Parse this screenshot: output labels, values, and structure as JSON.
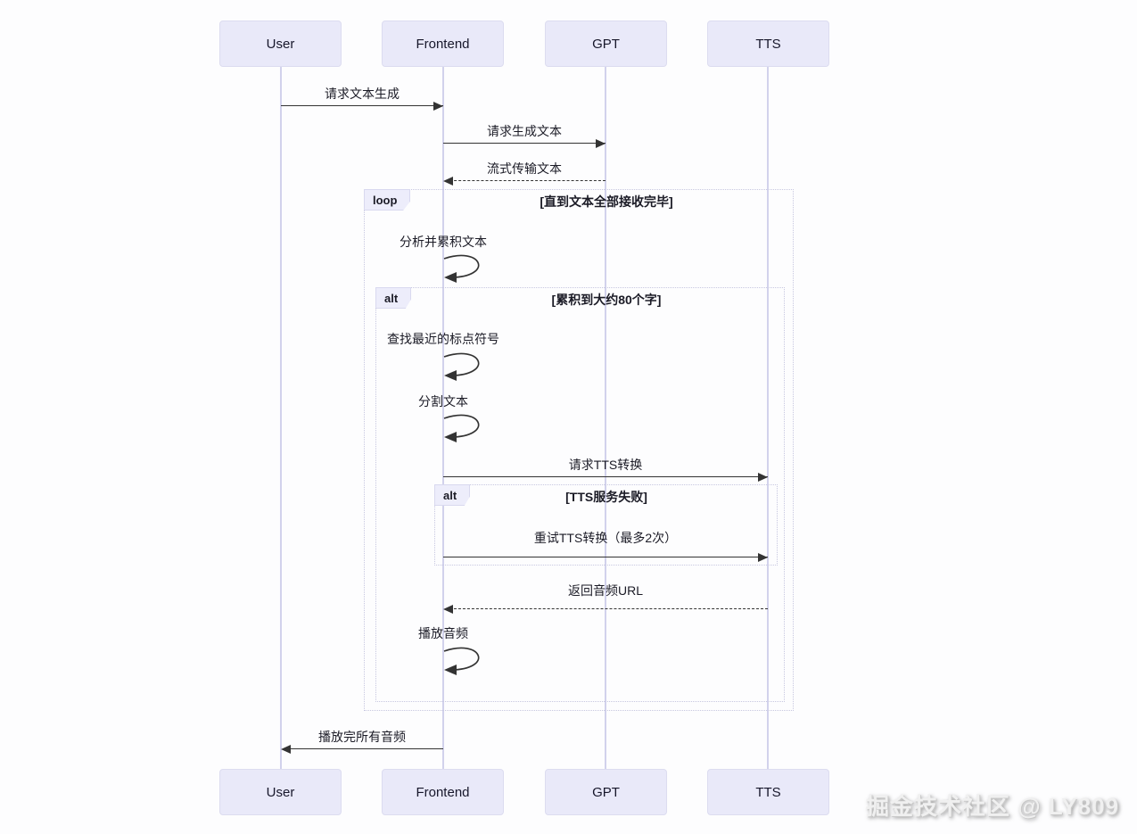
{
  "diagram": {
    "type": "sequence",
    "actors": [
      {
        "name": "User"
      },
      {
        "name": "Frontend"
      },
      {
        "name": "GPT"
      },
      {
        "name": "TTS"
      }
    ],
    "messages": [
      {
        "from": "User",
        "to": "Frontend",
        "style": "solid",
        "label": "请求文本生成"
      },
      {
        "from": "Frontend",
        "to": "GPT",
        "style": "solid",
        "label": "请求生成文本"
      },
      {
        "from": "GPT",
        "to": "Frontend",
        "style": "dashed",
        "label": "流式传输文本"
      },
      {
        "from": "Frontend",
        "to": "Frontend",
        "style": "self",
        "label": "分析并累积文本"
      },
      {
        "from": "Frontend",
        "to": "Frontend",
        "style": "self",
        "label": "查找最近的标点符号"
      },
      {
        "from": "Frontend",
        "to": "Frontend",
        "style": "self",
        "label": "分割文本"
      },
      {
        "from": "Frontend",
        "to": "TTS",
        "style": "solid",
        "label": "请求TTS转换"
      },
      {
        "from": "Frontend",
        "to": "TTS",
        "style": "solid",
        "label": "重试TTS转换（最多2次）"
      },
      {
        "from": "TTS",
        "to": "Frontend",
        "style": "dashed",
        "label": "返回音频URL"
      },
      {
        "from": "Frontend",
        "to": "Frontend",
        "style": "self",
        "label": "播放音频"
      },
      {
        "from": "Frontend",
        "to": "User",
        "style": "solid",
        "label": "播放完所有音频"
      }
    ],
    "fragments": [
      {
        "keyword": "loop",
        "condition": "[直到文本全部接收完毕]"
      },
      {
        "keyword": "alt",
        "condition": "[累积到大约80个字]"
      },
      {
        "keyword": "alt",
        "condition": "[TTS服务失败]"
      }
    ],
    "colors": {
      "actor_fill": "#e9e9f9",
      "lifeline": "#d2d2ec",
      "arrow": "#333333",
      "fragment_border": "#c7c7e0"
    },
    "watermark": "掘金技术社区 @ LY809"
  }
}
